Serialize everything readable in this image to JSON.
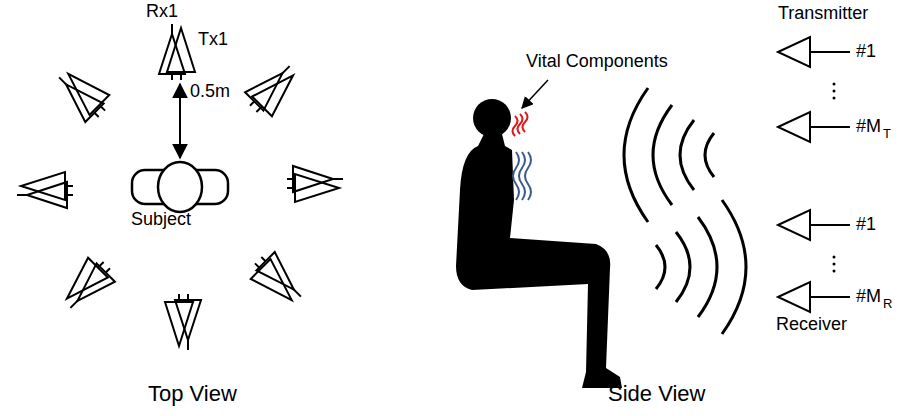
{
  "diagram": {
    "labels": [
      "Rx1",
      "Tx1",
      "0.5m",
      "Subject",
      "Top View",
      "Vital Components",
      "Transmitter",
      "#1",
      "#M",
      "T",
      "#1",
      "#M",
      "R",
      "Receiver",
      "Side View"
    ]
  }
}
